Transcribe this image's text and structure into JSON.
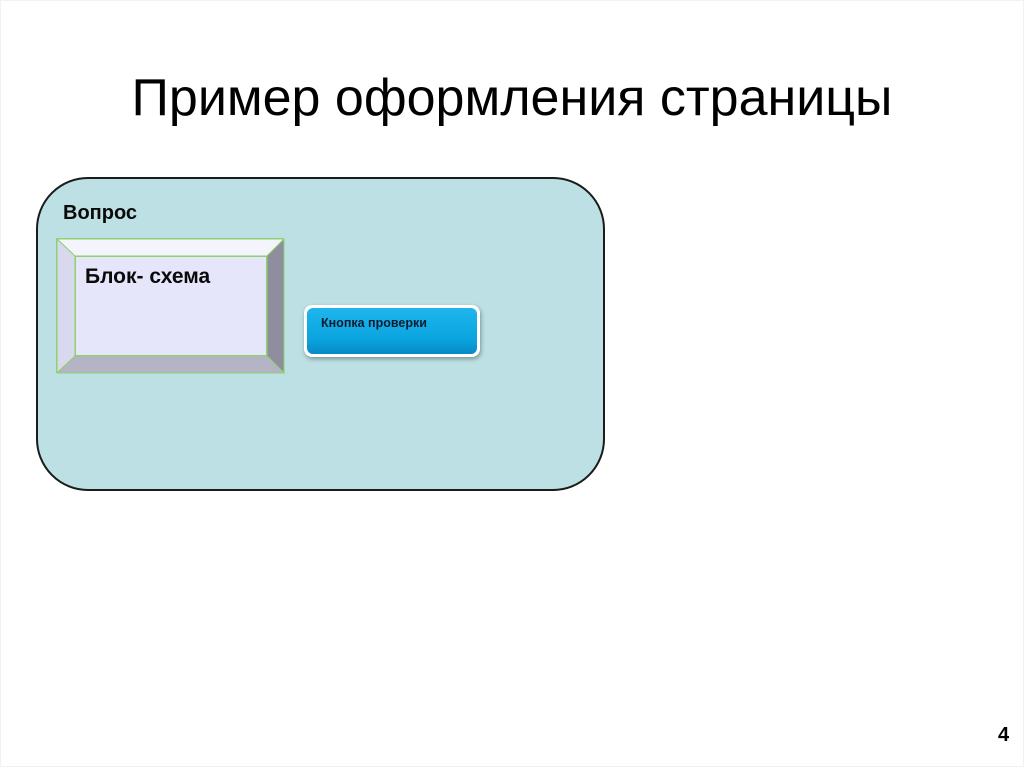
{
  "slide": {
    "title": "Пример оформления страницы",
    "page_number": "4"
  },
  "panel": {
    "label": "Вопрос",
    "background_color": "#bce0e3",
    "flowchart_block": {
      "label": "Блок- схема",
      "face_color": "#e6e6fb",
      "border_color": "#8fd16e"
    },
    "check_button": {
      "label": "Кнопка проверки",
      "color": "#0aa3df"
    }
  }
}
